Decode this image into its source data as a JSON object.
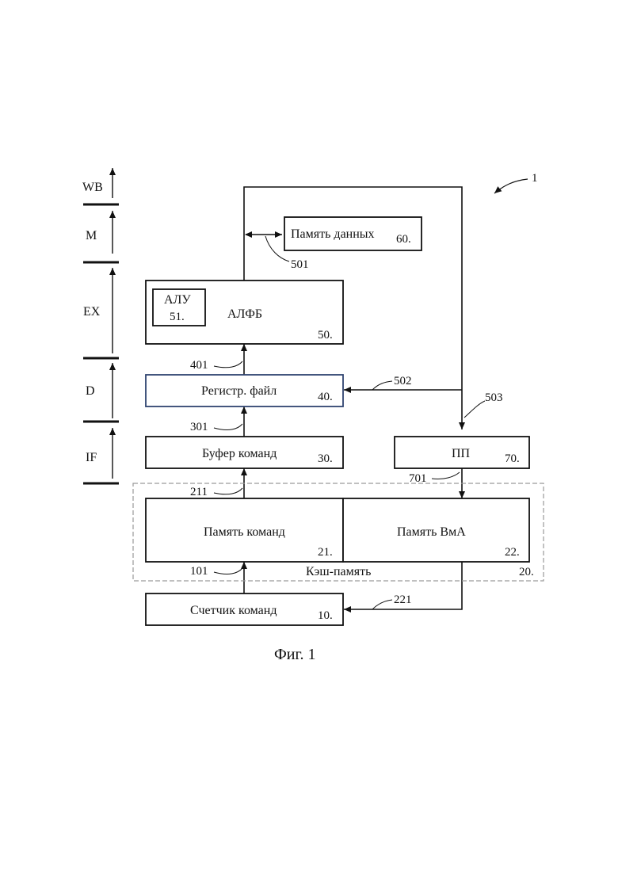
{
  "figure": {
    "ref": "1",
    "caption": "Фиг. 1"
  },
  "stages": [
    "WB",
    "M",
    "EX",
    "D",
    "IF"
  ],
  "blocks": {
    "data_memory": {
      "label": "Память данных",
      "num": "60."
    },
    "alu": {
      "label": "АЛУ",
      "num": "51."
    },
    "alfb": {
      "label": "АЛФБ",
      "num": "50."
    },
    "register_file": {
      "label": "Регистр. файл",
      "num": "40."
    },
    "instruction_buffer": {
      "label": "Буфер команд",
      "num": "30."
    },
    "pp": {
      "label": "ПП",
      "num": "70."
    },
    "instruction_memory": {
      "label": "Память команд",
      "num": "21."
    },
    "bma_memory": {
      "label": "Память ВмА",
      "num": "22."
    },
    "cache": {
      "label": "Кэш-память",
      "num": "20."
    },
    "program_counter": {
      "label": "Счетчик команд",
      "num": "10."
    }
  },
  "connections": {
    "c501": "501",
    "c401": "401",
    "c502": "502",
    "c503": "503",
    "c301": "301",
    "c701": "701",
    "c211": "211",
    "c101": "101",
    "c221": "221"
  },
  "colors": {
    "line": "#111111",
    "register_file_border": "#2f4470",
    "cache_border": "#9a9a9a"
  }
}
